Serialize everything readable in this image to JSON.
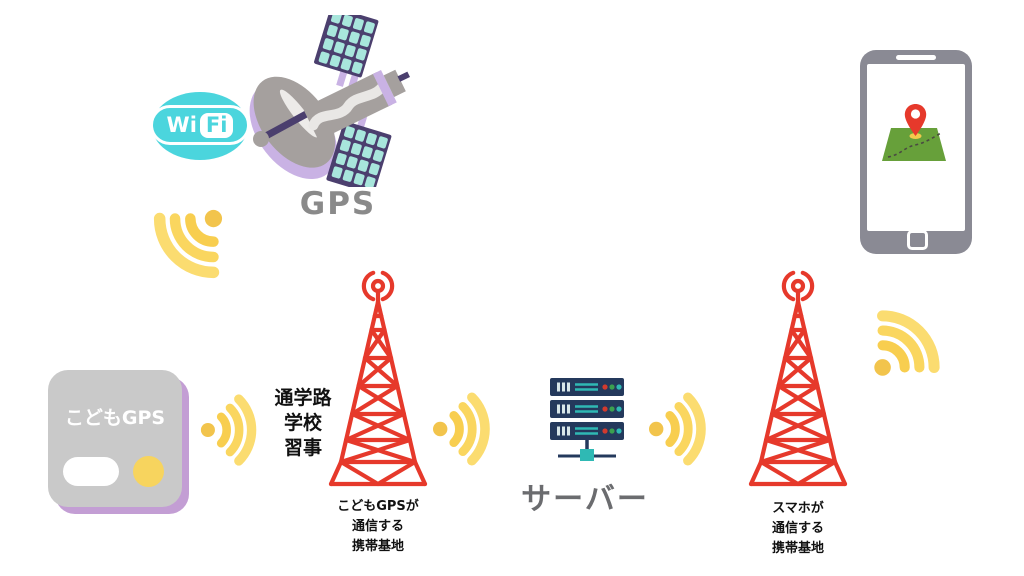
{
  "wifi_logo": {
    "text_left": "Wi",
    "text_right": "Fi"
  },
  "satellite": {
    "label": "GPS"
  },
  "tracker": {
    "label": "こどもGPS"
  },
  "route_note": {
    "lines": [
      "通学路",
      "学校",
      "習事"
    ]
  },
  "tower1": {
    "caption_lines": [
      "こどもGPSが",
      "通信する",
      "携帯基地"
    ]
  },
  "server": {
    "label": "サーバー"
  },
  "tower2": {
    "caption_lines": [
      "スマホが",
      "通信する",
      "携帯基地"
    ]
  },
  "icons": {
    "wifi_logo": "wifi-logo-icon",
    "gps_satellite": "gps-satellite-icon",
    "wifi_signal": "wifi-signal-icon",
    "cell_tower": "cell-tower-icon",
    "server_rack": "server-rack-icon",
    "smartphone": "smartphone-icon",
    "map_pin": "map-pin-icon",
    "gps_tracker": "gps-tracker-icon"
  },
  "colors": {
    "signal_yellow": "#F8D052",
    "signal_dot_yellow": "#F2C44C",
    "tower_red": "#E6392B",
    "wifi_teal": "#4BD5DD",
    "server_navy": "#24395C",
    "server_teal": "#2FB9B4",
    "map_green": "#67A03A",
    "tracker_gray": "#C9C9C9",
    "tracker_shadow_purple": "#C39ED4",
    "phone_gray": "#8A8A94",
    "gps_label_gray": "#8A8A8A",
    "server_label_gray": "#6B6C6F",
    "caption_black": "#111111"
  }
}
